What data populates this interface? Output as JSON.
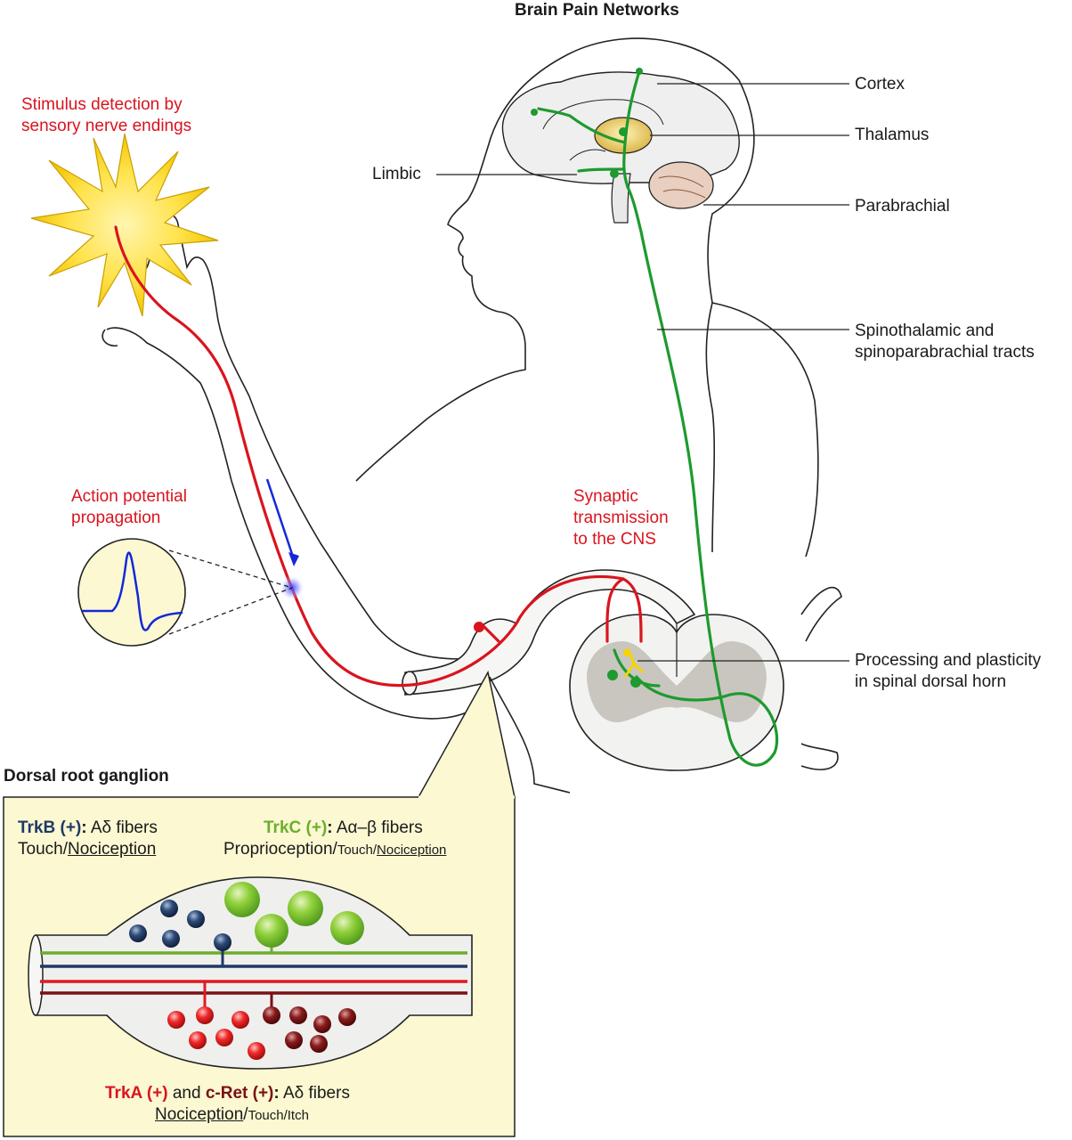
{
  "title": "Brain Pain Networks",
  "labels": {
    "cortex": "Cortex",
    "thalamus": "Thalamus",
    "limbic": "Limbic",
    "parabrachial": "Parabrachial",
    "tracts_line1": "Spinothalamic and",
    "tracts_line2": "spinoparabrachial tracts",
    "dorsal_horn_line1": "Processing and plasticity",
    "dorsal_horn_line2": "in spinal dorsal horn"
  },
  "steps": {
    "stimulus_line1": "Stimulus detection by",
    "stimulus_line2": "sensory nerve endings",
    "action_line1": "Action potential",
    "action_line2": "propagation",
    "synaptic_line1": "Synaptic",
    "synaptic_line2": "transmission",
    "synaptic_line3": "to the CNS"
  },
  "drg": {
    "heading": "Dorsal root ganglion",
    "trkb_name": "TrkB (+)",
    "colon": ":",
    "trkb_fibers": " Aδ fibers",
    "trkb_mod_1": "Touch",
    "sep": "/",
    "trkb_mod_2": "Nociception",
    "trkc_name": "TrkC (+)",
    "trkc_fibers": " Aα–β fibers",
    "trkc_mod_1": "Proprioception",
    "trkc_mod_2": "Touch",
    "trkc_mod_3": "Nociception",
    "trka_name": "TrkA (+)",
    "and": " and ",
    "cret_name": "c-Ret (+)",
    "bottom_fibers": " Aδ fibers",
    "bottom_mod_1": "Nociception",
    "bottom_mod_2": "Touch",
    "bottom_mod_3": "Itch"
  },
  "colors": {
    "nociceptor": "#d9141e",
    "spinal_tract": "#1e9a2e",
    "trkb": "#1f3a64",
    "trkc": "#6dae2c",
    "trka": "#e01b22",
    "cret": "#7a1015",
    "drg_panel": "#fbf8d2",
    "action_arrow": "#1428d8"
  }
}
